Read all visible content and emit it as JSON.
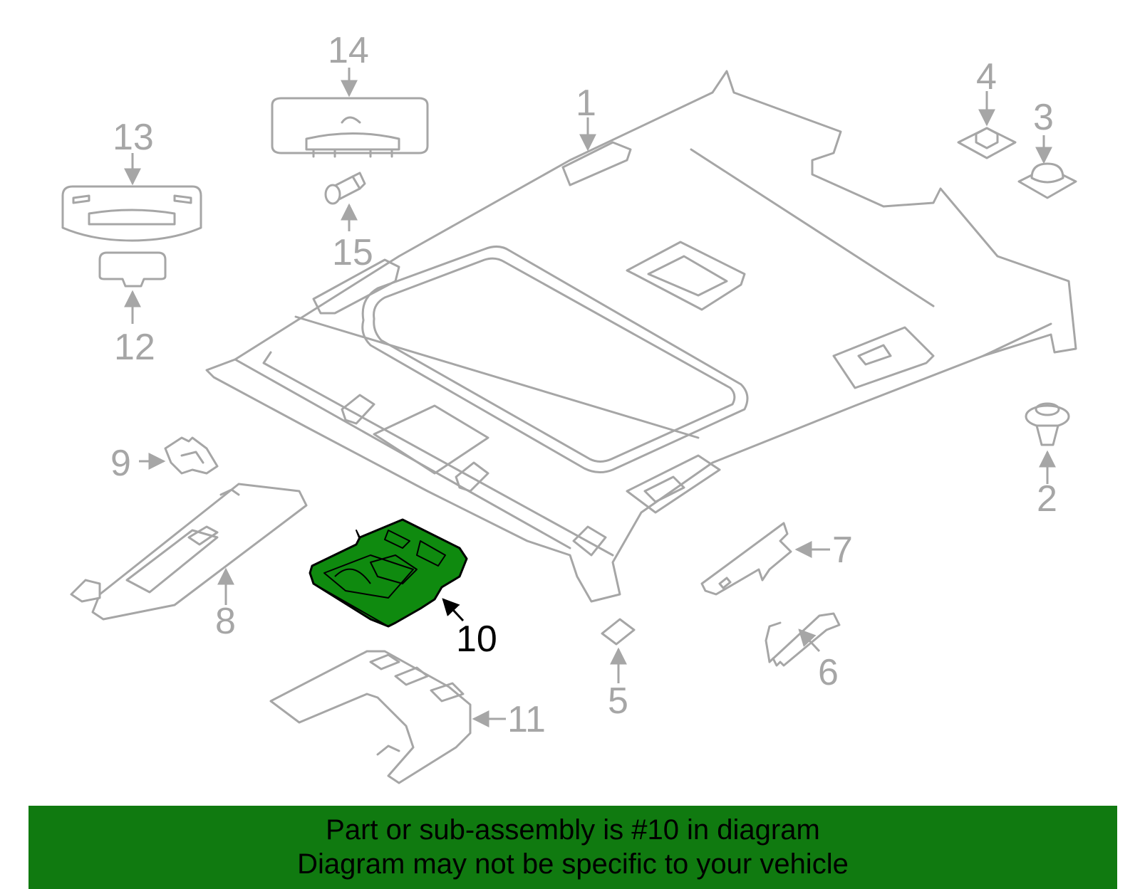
{
  "diagram": {
    "highlight_color": "#0f8a0f",
    "line_color": "#a6a6a6",
    "callouts": [
      "1",
      "2",
      "3",
      "4",
      "5",
      "6",
      "7",
      "8",
      "9",
      "10",
      "11",
      "12",
      "13",
      "14",
      "15"
    ],
    "highlighted_callout": "10"
  },
  "banner": {
    "background": "#107a10",
    "line1": "Part or sub-assembly is #10 in diagram",
    "line2": "Diagram may not be specific to your vehicle"
  }
}
